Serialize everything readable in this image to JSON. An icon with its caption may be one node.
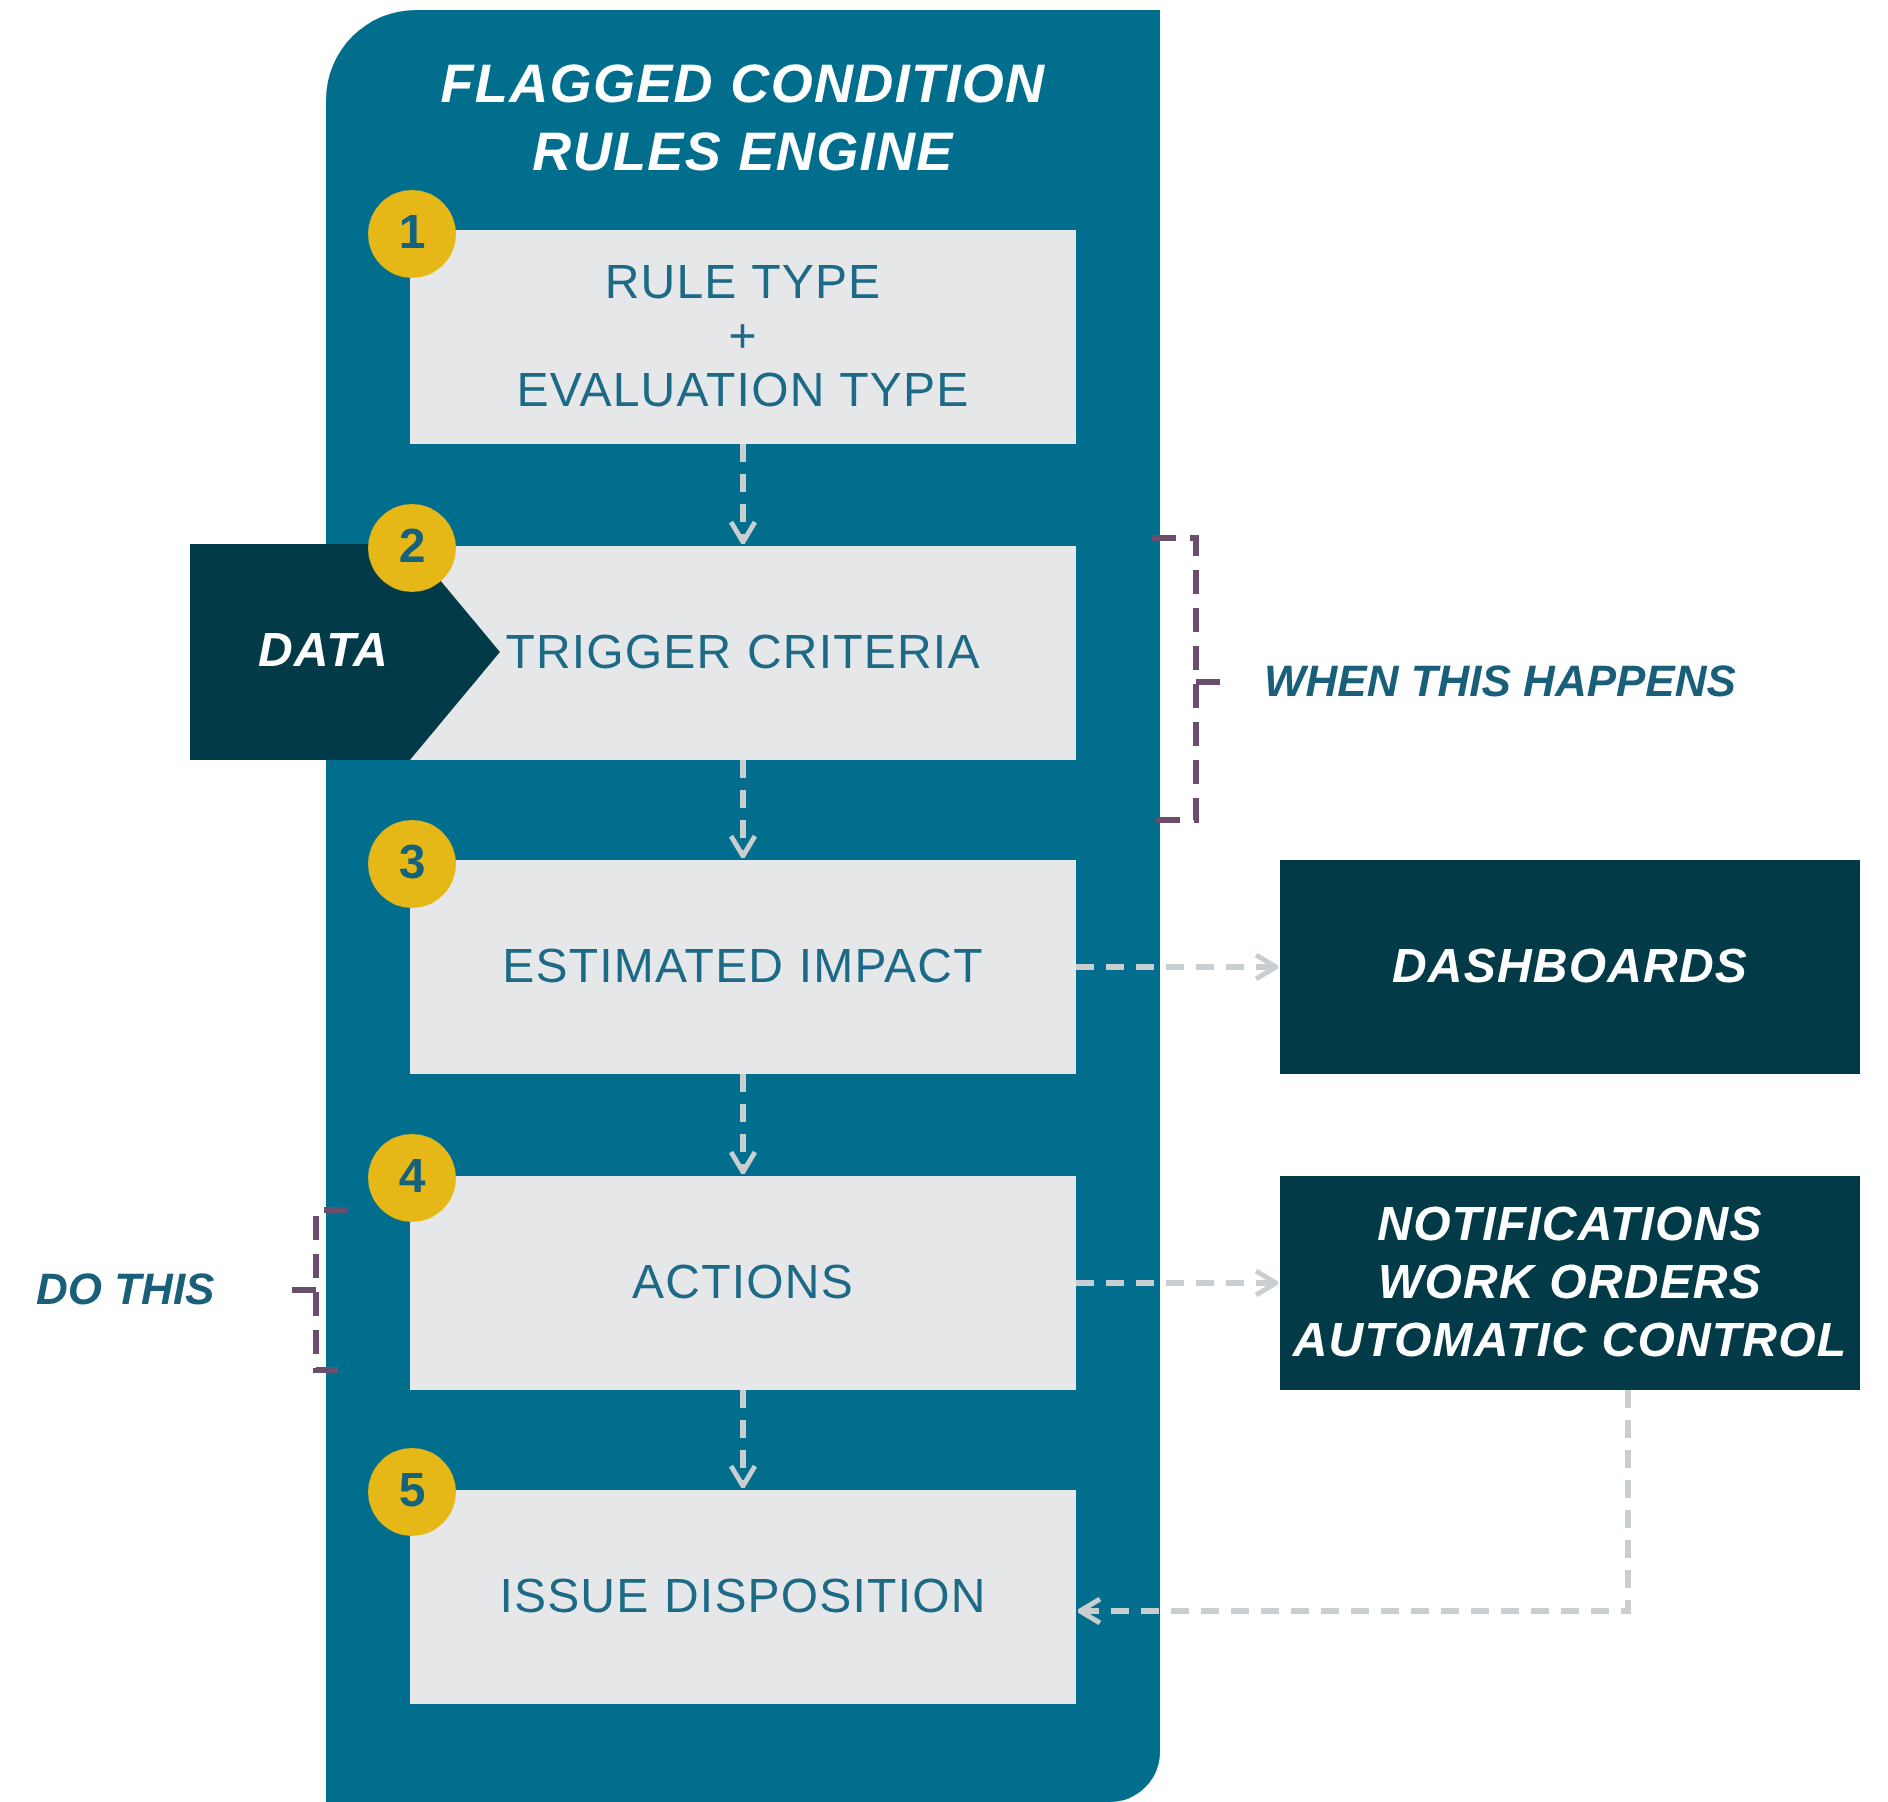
{
  "diagram": {
    "nodes": [
      {
        "text": [
          "FLAGGED CONDITION RULES ENGINE"
        ]
      },
      {
        "text": [
          "1"
        ],
        "in": 0
      },
      {
        "text": [
          "RULE TYPE",
          "+",
          "EVALUATION TYPE"
        ],
        "in": 0
      },
      {
        "text": [
          "2"
        ],
        "in": 0
      },
      {
        "text": [
          "TRIGGER CRITERIA"
        ],
        "in": 0
      },
      {
        "text": [
          "3"
        ],
        "in": 0
      },
      {
        "text": [
          "ESTIMATED IMPACT"
        ],
        "in": 0
      },
      {
        "text": [
          "4"
        ],
        "in": 0
      },
      {
        "text": [
          "ACTIONS"
        ],
        "in": 0
      },
      {
        "text": [
          "5"
        ],
        "in": 0
      },
      {
        "text": [
          "ISSUE DISPOSITION"
        ],
        "in": 0
      },
      {
        "text": [
          "DATA"
        ]
      },
      {
        "text": [
          "DASHBOARDS"
        ]
      },
      {
        "text": [
          "NOTIFICATIONS",
          "WORK ORDERS",
          "AUTOMATIC CONTROL"
        ]
      }
    ],
    "edges": [
      {
        "from": 2,
        "to": 4,
        "arrow": "to"
      },
      {
        "from": 4,
        "to": 6,
        "arrow": "to"
      },
      {
        "from": 6,
        "to": 8,
        "arrow": "to"
      },
      {
        "from": 8,
        "to": 10,
        "arrow": "to"
      },
      {
        "from": 6,
        "to": 12,
        "arrow": "to"
      },
      {
        "from": 8,
        "to": 13,
        "arrow": "to"
      },
      {
        "from": 13,
        "to": 10,
        "arrow": "to"
      }
    ],
    "labels": [
      "WHEN THIS HAPPENS",
      "DO THIS"
    ]
  }
}
